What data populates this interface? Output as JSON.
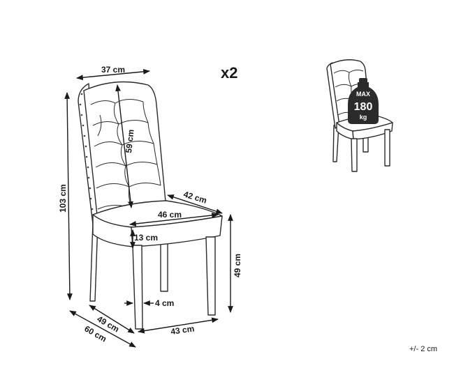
{
  "quantity": "x2",
  "tolerance": "+/- 2 cm",
  "dimensions": {
    "back_width": "37 cm",
    "back_height": "59 cm",
    "total_height": "103 cm",
    "seat_depth": "42 cm",
    "seat_width": "46 cm",
    "seat_thickness": "13 cm",
    "seat_height": "49 cm",
    "leg_thickness": "4 cm",
    "depth_49": "49 cm",
    "depth_60": "60 cm",
    "width_43": "43 cm"
  },
  "load_badge": {
    "label_top": "MAX",
    "value": "180",
    "unit": "kg"
  }
}
